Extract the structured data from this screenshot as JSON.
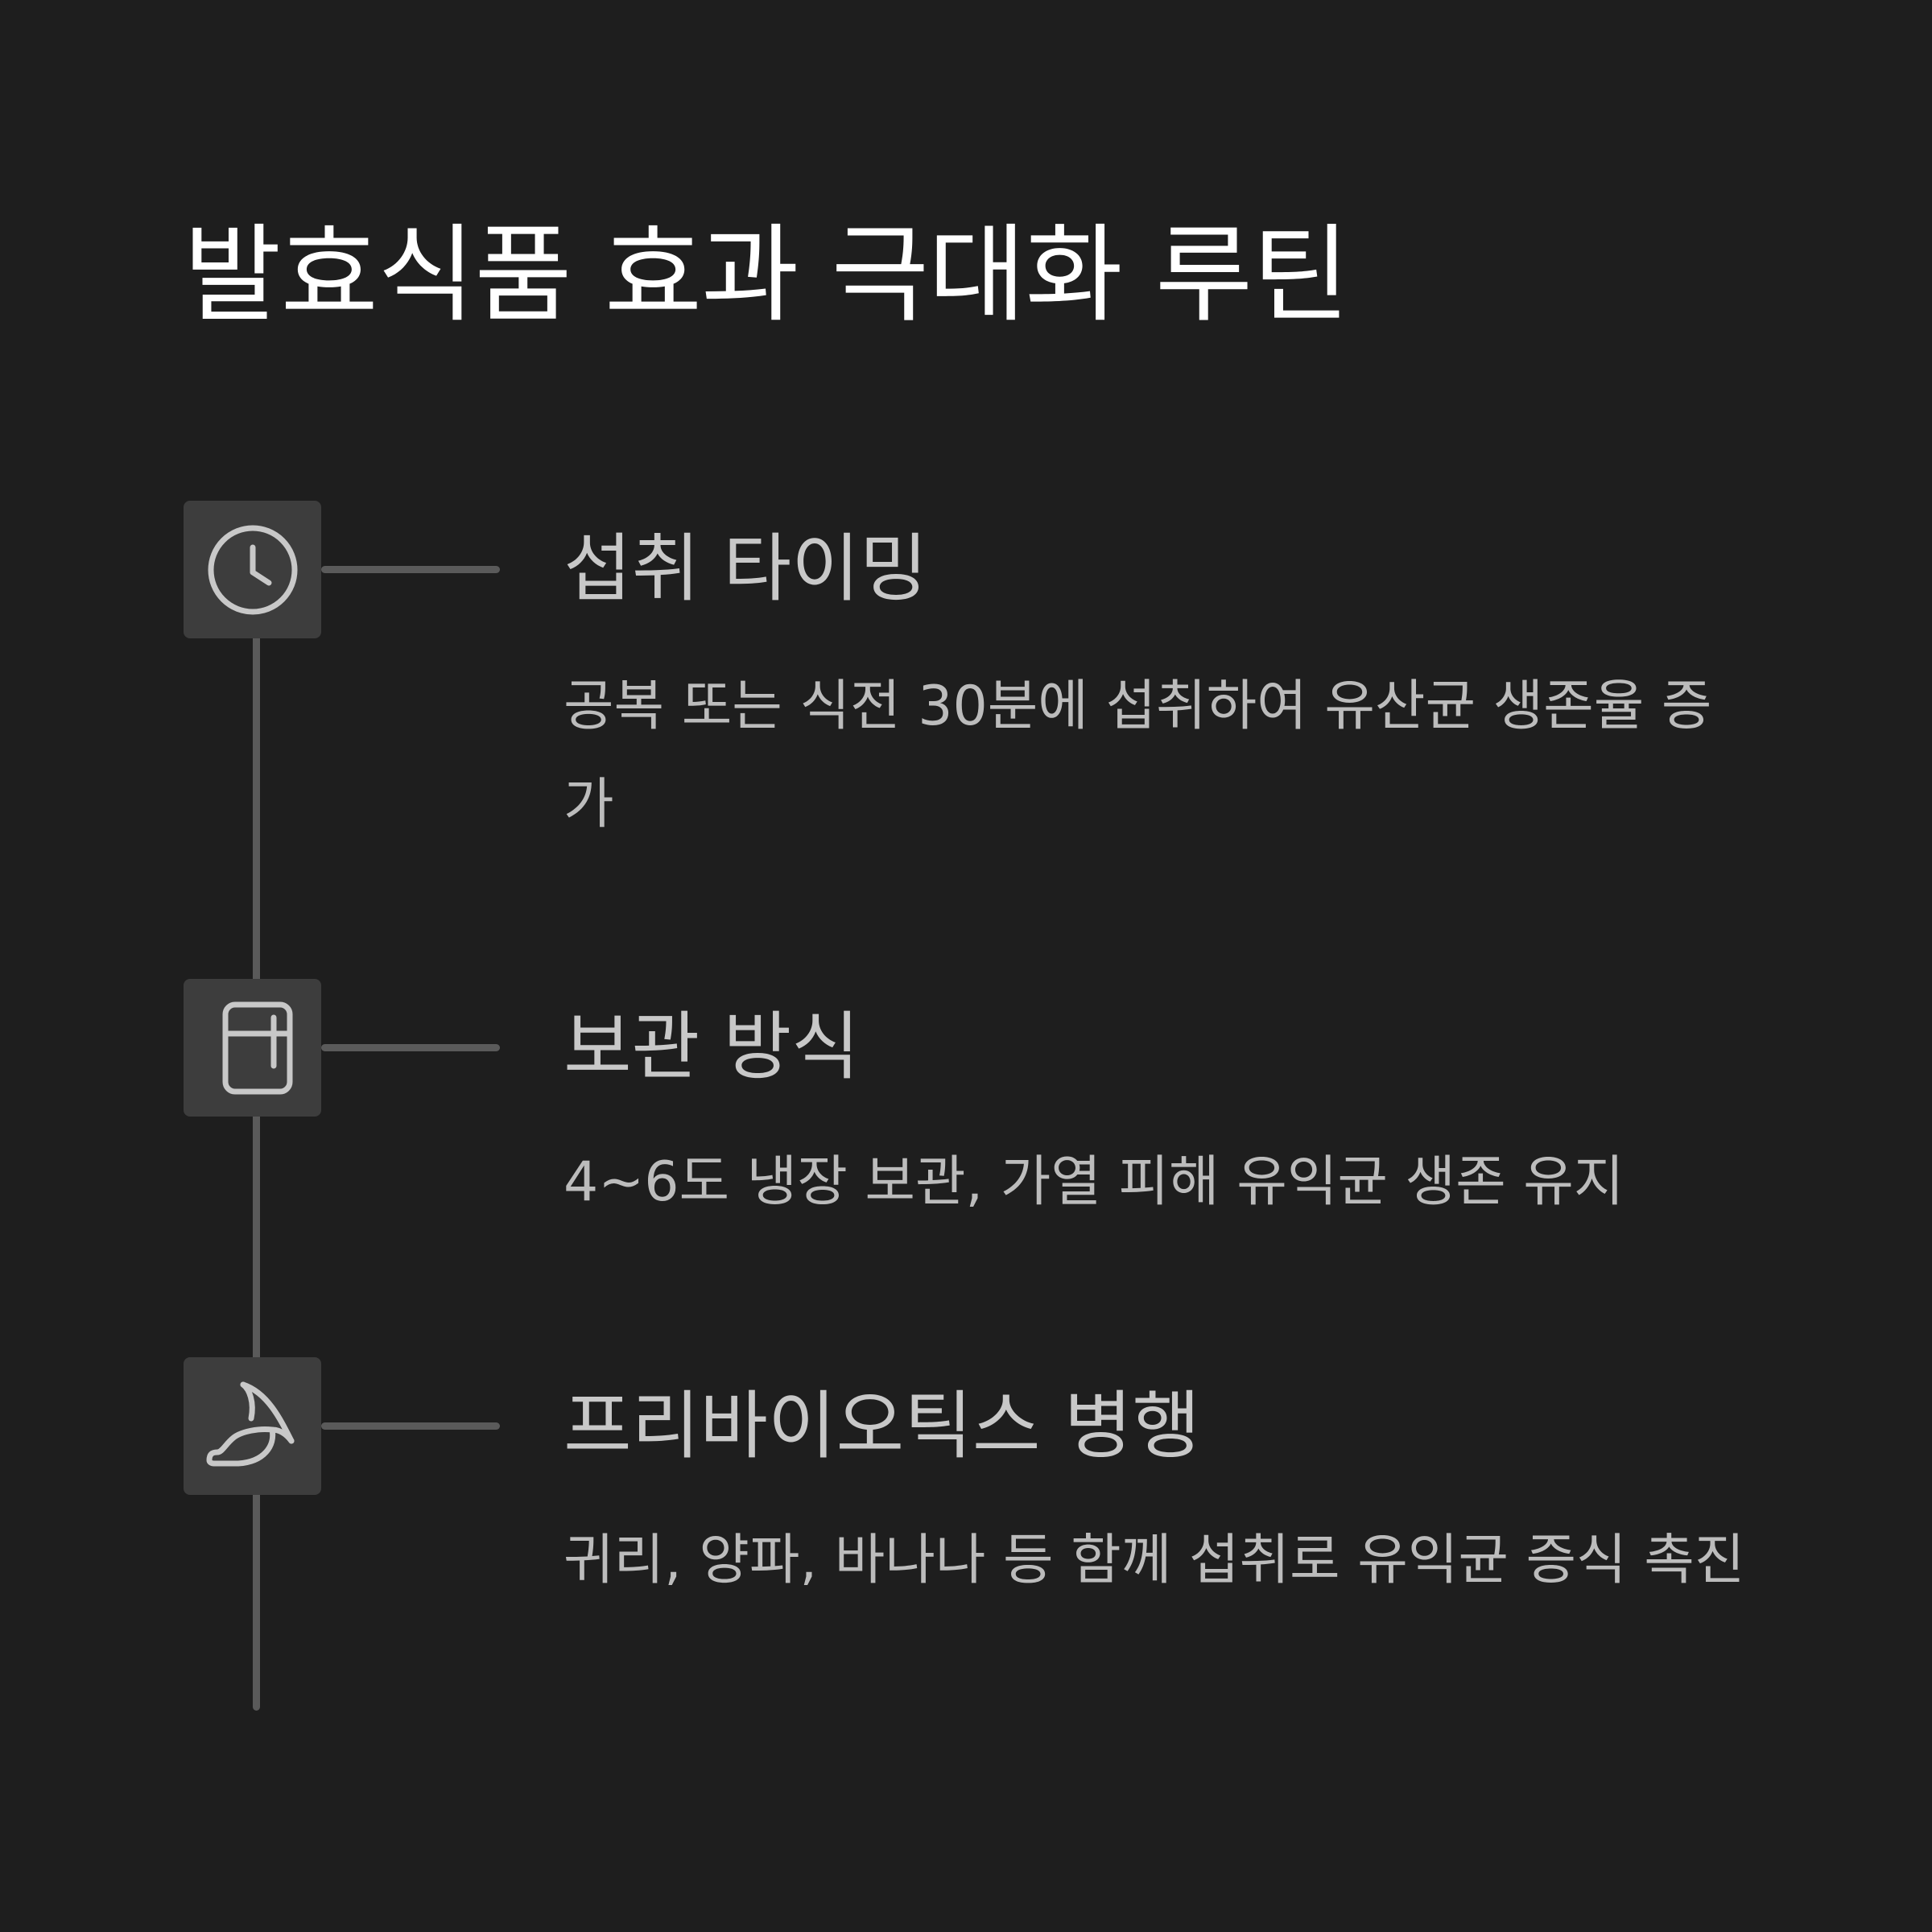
{
  "title": "발효식품 효과 극대화 루틴",
  "steps": [
    {
      "icon": "clock-icon",
      "title": "섭취 타이밍",
      "description": "공복 또는 식전 30분에 섭취하여 유산균 생존율 증가"
    },
    {
      "icon": "refrigerator-icon",
      "title": "보관 방식",
      "description": "4~6도 냉장 보관, 가열 피해 유익균 생존 유지"
    },
    {
      "icon": "banana-icon",
      "title": "프리바이오틱스 병행",
      "description": "귀리, 양파, 바나나 등 함께 섭취로 유익균 증식 촉진"
    }
  ],
  "colors": {
    "background": "#1e1e1e",
    "title": "#ffffff",
    "text": "#c8c8c8",
    "icon_box": "#3d3d3d",
    "line": "#5a5a5a",
    "icon_stroke": "#c8c8c8"
  }
}
